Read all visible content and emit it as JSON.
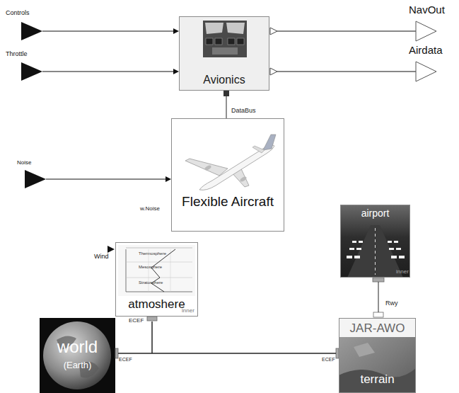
{
  "diagram": {
    "nodes": [
      {
        "text": [
          "Avionics"
        ]
      },
      {
        "text": [
          "Flexible Aircraft"
        ]
      },
      {
        "text": [
          "atmoshere"
        ]
      },
      {
        "text": [
          "airport"
        ]
      },
      {
        "text": [
          "world",
          "(Earth)"
        ]
      },
      {
        "text": [
          "JAR-AWO",
          "terrain"
        ]
      }
    ],
    "edges": [
      {
        "from": 0,
        "to": 1,
        "arrow": "none"
      },
      {
        "from": 4,
        "to": 5,
        "arrow": "none"
      },
      {
        "from": 2,
        "to": 4,
        "arrow": "none"
      },
      {
        "from": 2,
        "to": 5,
        "arrow": "none"
      },
      {
        "from": 3,
        "to": 5,
        "arrow": "none"
      }
    ],
    "labels": [
      "Controls",
      "Throttle",
      "NavOut",
      "Airdata",
      "DataBus",
      "Noise",
      "w.Noise",
      "Wind",
      "inner",
      "ECEF",
      "inner",
      "Rwy",
      "ECEF",
      "ECEF",
      "Thermosphere",
      "Mesosphere",
      "Stratosphere"
    ]
  }
}
